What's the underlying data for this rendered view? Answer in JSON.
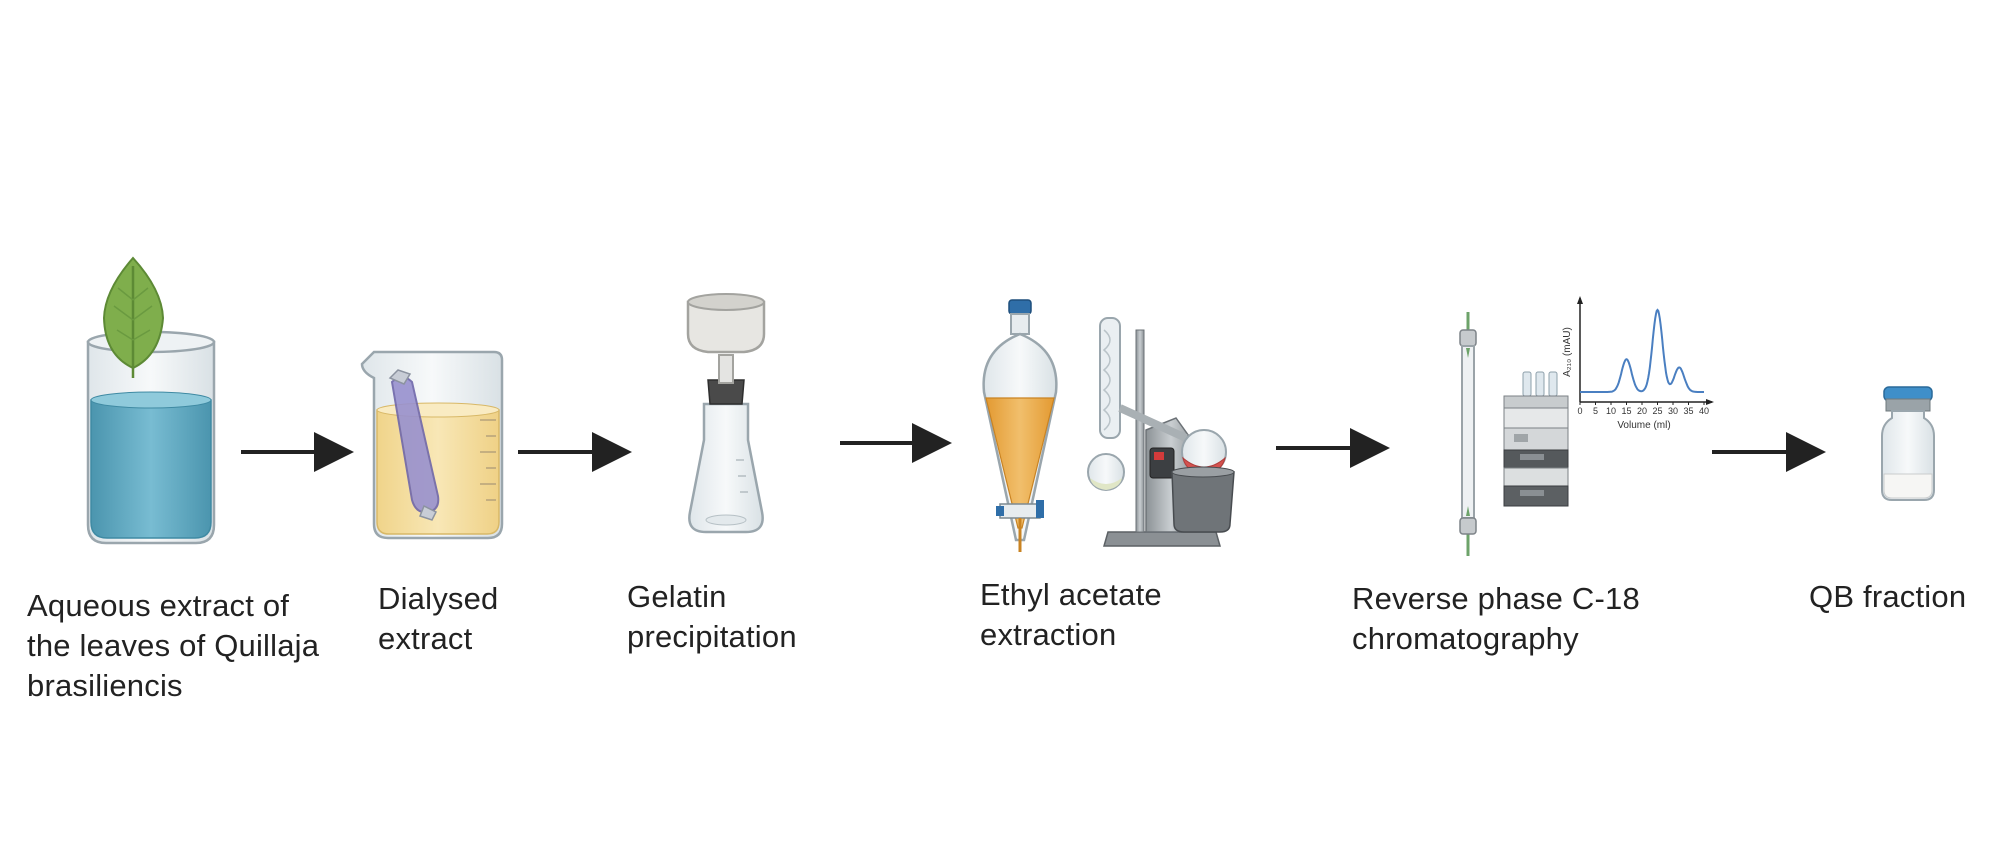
{
  "steps": [
    {
      "id": "aqueous-extract",
      "icon": "leaf-in-beaker-icon",
      "lines": [
        "Aqueous extract of",
        "the leaves of Quillaja",
        "brasiliencis"
      ]
    },
    {
      "id": "dialysed-extract",
      "icon": "dialysis-bag-beaker-icon",
      "lines": [
        "Dialysed",
        "extract"
      ]
    },
    {
      "id": "gelatin-precipitation",
      "icon": "buchner-funnel-flask-icon",
      "lines": [
        "Gelatin",
        "precipitation"
      ]
    },
    {
      "id": "ethyl-acetate-extraction",
      "icon": "separatory-funnel-rotary-evaporator-icon",
      "lines": [
        "Ethyl acetate",
        "extraction"
      ]
    },
    {
      "id": "reverse-phase-chromatography",
      "icon": "hplc-column-system-icon",
      "lines": [
        "Reverse phase C-18",
        "chromatography"
      ]
    },
    {
      "id": "qb-fraction",
      "icon": "vial-icon",
      "lines": [
        "QB fraction"
      ]
    }
  ],
  "chromatogram": {
    "ylabel": "A₂₁₀ (mAU)",
    "xlabel": "Volume (ml)",
    "xticks": [
      "0",
      "5",
      "10",
      "15",
      "20",
      "25",
      "30",
      "35",
      "40"
    ],
    "xlim": [
      0,
      40
    ],
    "peaks": [
      {
        "x": 15,
        "height": 0.4
      },
      {
        "x": 25,
        "height": 1.0
      },
      {
        "x": 32,
        "height": 0.3
      }
    ],
    "line_color": "#4a7fc1"
  },
  "colors": {
    "arrow": "#222222",
    "water": "#5aa6bf",
    "yellow_liquid": "#f3dc9a",
    "orange_liquid": "#e8a944",
    "red_liquid": "#d4524f",
    "leaf": "#7fae4c",
    "vial_cap": "#3f8fc9"
  }
}
